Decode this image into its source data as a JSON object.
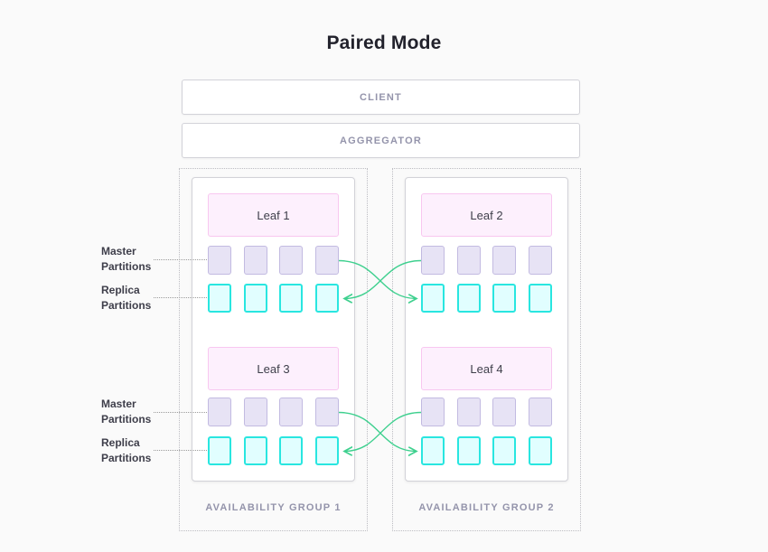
{
  "title": "Paired Mode",
  "tiers": {
    "client": "CLIENT",
    "aggregator": "AGGREGATOR"
  },
  "groups": [
    {
      "caption": "AVAILABILITY GROUP 1",
      "leaves": [
        {
          "name": "Leaf 1"
        },
        {
          "name": "Leaf 3"
        }
      ]
    },
    {
      "caption": "AVAILABILITY GROUP 2",
      "leaves": [
        {
          "name": "Leaf 2"
        },
        {
          "name": "Leaf 4"
        }
      ]
    }
  ],
  "side_labels": [
    {
      "text": "Master Partitions"
    },
    {
      "text": "Replica Partitions"
    },
    {
      "text": "Master Partitions"
    },
    {
      "text": "Replica Partitions"
    }
  ],
  "partitions_per_row": 4,
  "arrows": [
    {
      "from": "group-1-leaf-1-master",
      "to": "group-2-leaf-2-replica"
    },
    {
      "from": "group-2-leaf-2-master",
      "to": "group-1-leaf-1-replica"
    },
    {
      "from": "group-1-leaf-3-master",
      "to": "group-2-leaf-4-replica"
    },
    {
      "from": "group-2-leaf-4-master",
      "to": "group-1-leaf-3-replica"
    }
  ],
  "colors": {
    "page-bg": "#fafafa",
    "box-border": "#d2d2d8",
    "muted-text": "#9494ab",
    "dark-text": "#3e3e4a",
    "title-text": "#22222c",
    "leaf-bg": "#fdf0fd",
    "leaf-border": "#f8c7f0",
    "master-bg": "#e7e3f5",
    "master-border": "#c2bae1",
    "replica-bg": "#e1feff",
    "replica-border": "#29e6e0",
    "arrow-green": "#3fd08f",
    "leader-dot": "#9b9b9b"
  }
}
